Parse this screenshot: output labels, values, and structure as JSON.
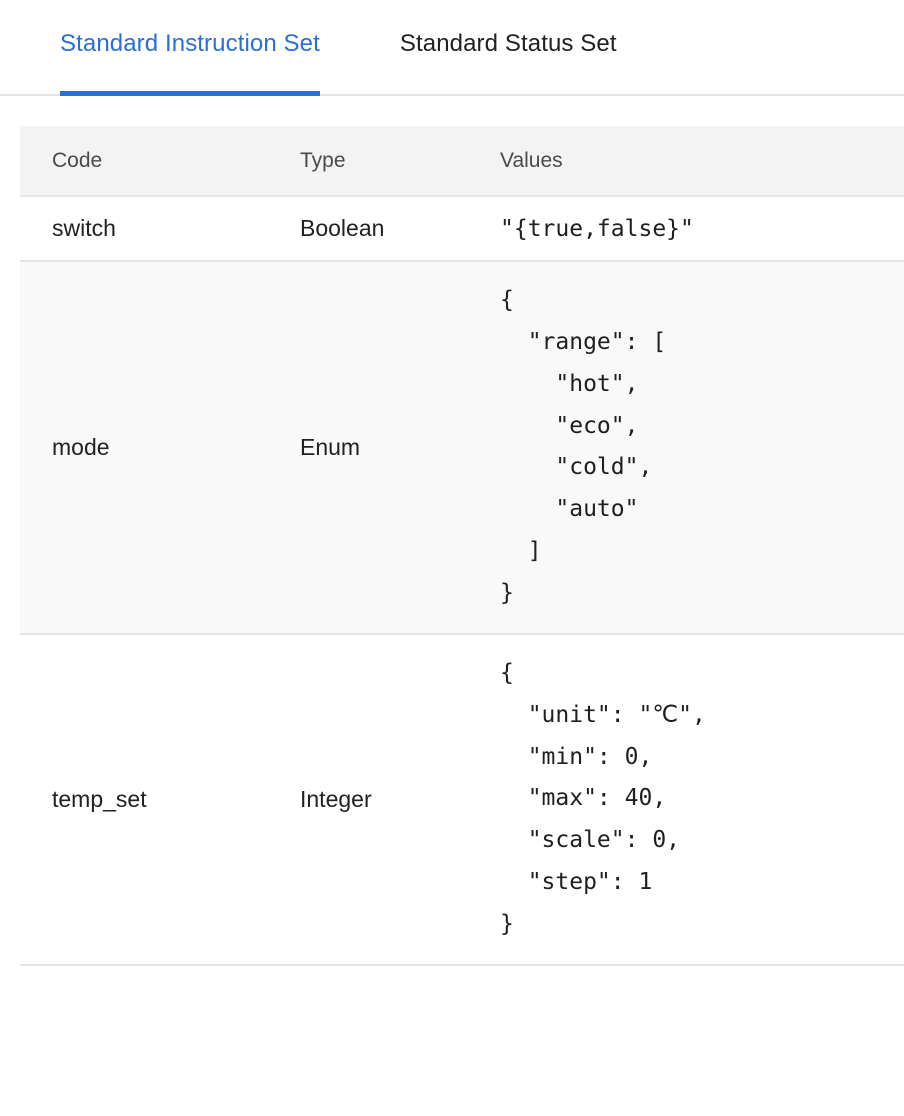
{
  "tabs": [
    {
      "label": "Standard Instruction Set",
      "active": true
    },
    {
      "label": "Standard Status Set",
      "active": false
    }
  ],
  "colors": {
    "accent": "#2a6fd6",
    "header_bg": "#f3f3f3",
    "alt_row_bg": "#f9f9f9",
    "border": "#e4e4e4",
    "text": "#212121",
    "header_text": "#4a4a4a"
  },
  "table": {
    "columns": [
      {
        "key": "code",
        "label": "Code"
      },
      {
        "key": "type",
        "label": "Type"
      },
      {
        "key": "values",
        "label": "Values"
      }
    ],
    "rows": [
      {
        "code": "switch",
        "type": "Boolean",
        "values": "\"{true,false}\"",
        "multiline": false
      },
      {
        "code": "mode",
        "type": "Enum",
        "values": "{\n  \"range\": [\n    \"hot\",\n    \"eco\",\n    \"cold\",\n    \"auto\"\n  ]\n}",
        "multiline": true
      },
      {
        "code": "temp_set",
        "type": "Integer",
        "values": "{\n  \"unit\": \"℃\",\n  \"min\": 0,\n  \"max\": 40,\n  \"scale\": 0,\n  \"step\": 1\n}",
        "multiline": true
      }
    ]
  }
}
